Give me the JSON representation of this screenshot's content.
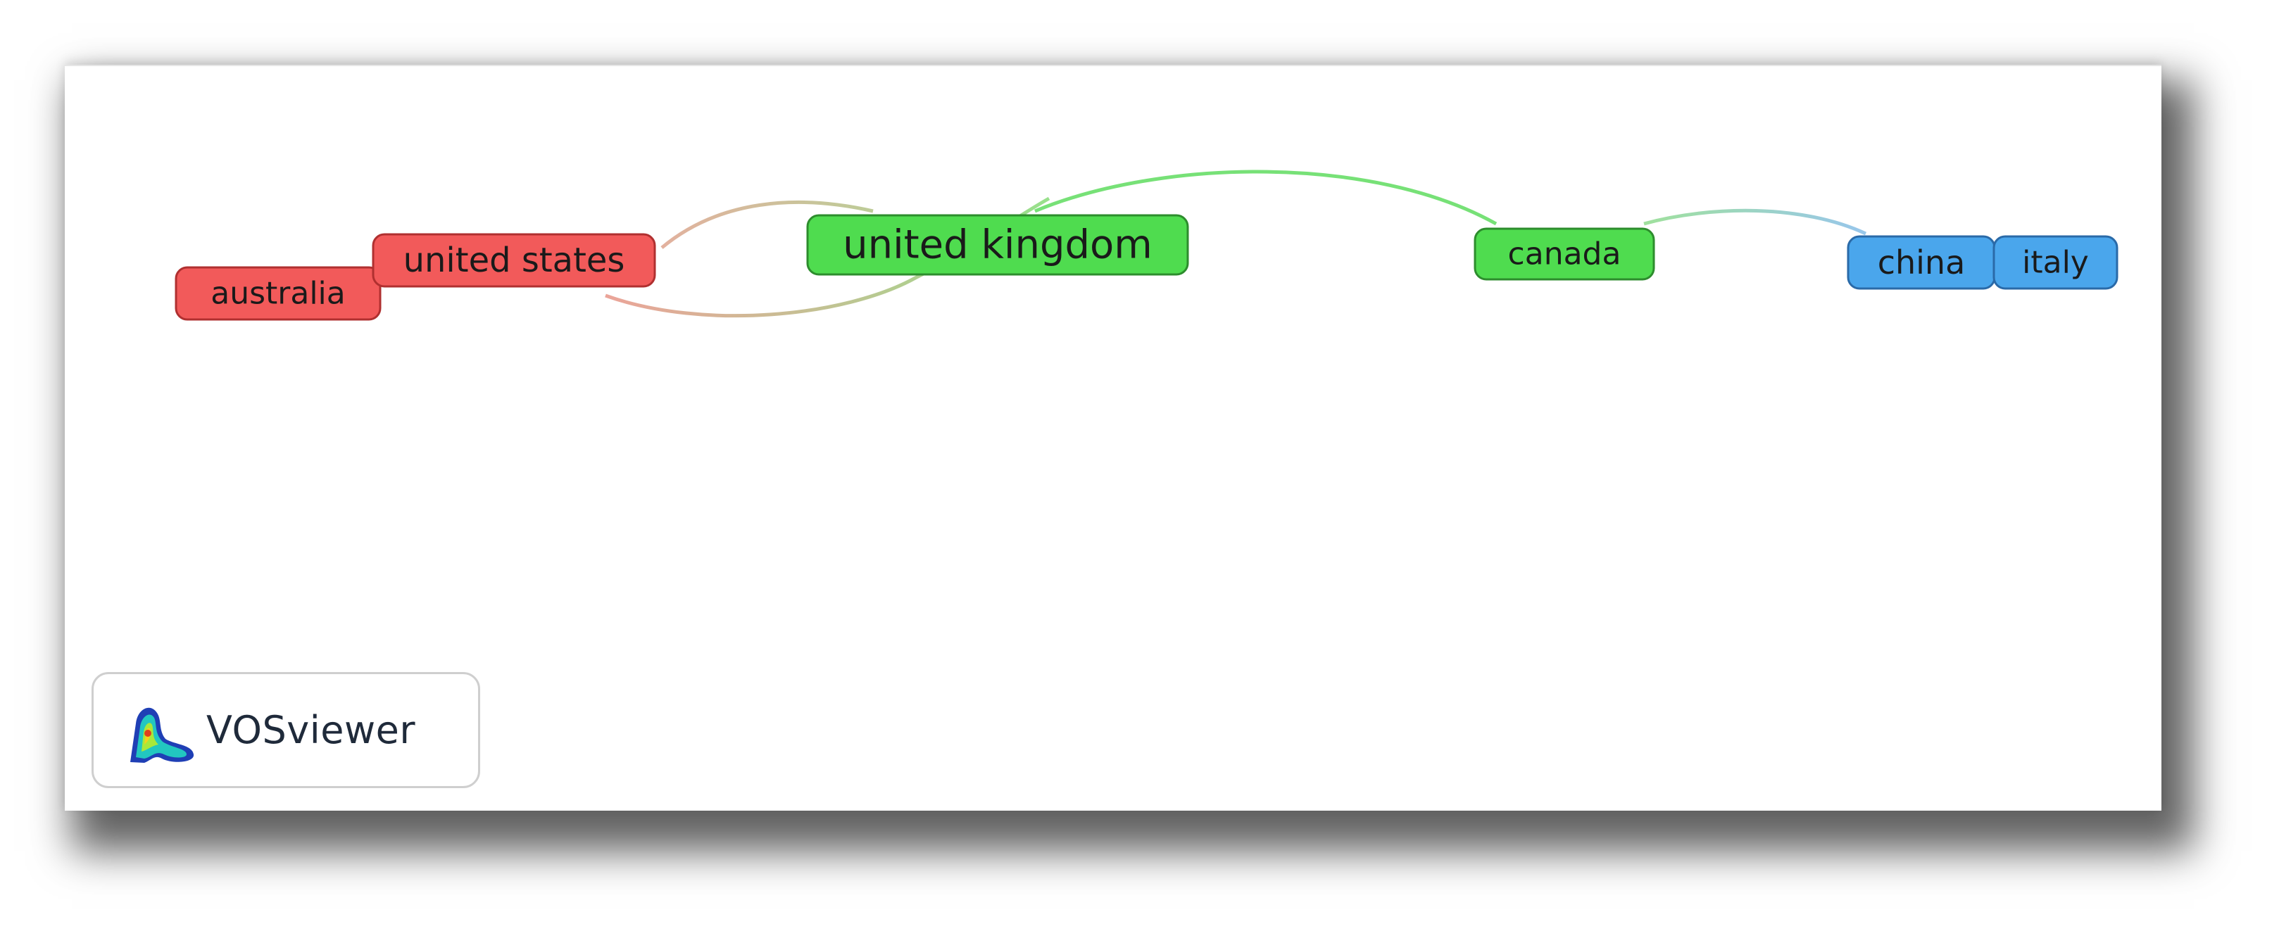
{
  "network": {
    "nodes": [
      {
        "id": "australia",
        "label": "australia",
        "cluster": "red"
      },
      {
        "id": "united-states",
        "label": "united states",
        "cluster": "red"
      },
      {
        "id": "united-kingdom",
        "label": "united kingdom",
        "cluster": "green"
      },
      {
        "id": "canada",
        "label": "canada",
        "cluster": "green"
      },
      {
        "id": "china",
        "label": "china",
        "cluster": "blue"
      },
      {
        "id": "italy",
        "label": "italy",
        "cluster": "blue"
      }
    ],
    "links": [
      {
        "source": "united-states",
        "target": "united-kingdom"
      },
      {
        "source": "united-kingdom",
        "target": "canada"
      },
      {
        "source": "canada",
        "target": "china"
      }
    ],
    "cluster_colors": {
      "red": "#f25a5a",
      "green": "#4fdc4f",
      "blue": "#4aa6ec"
    }
  },
  "branding": {
    "logo_icon": "vosviewer-logo-icon",
    "logo_text": "VOSviewer"
  }
}
